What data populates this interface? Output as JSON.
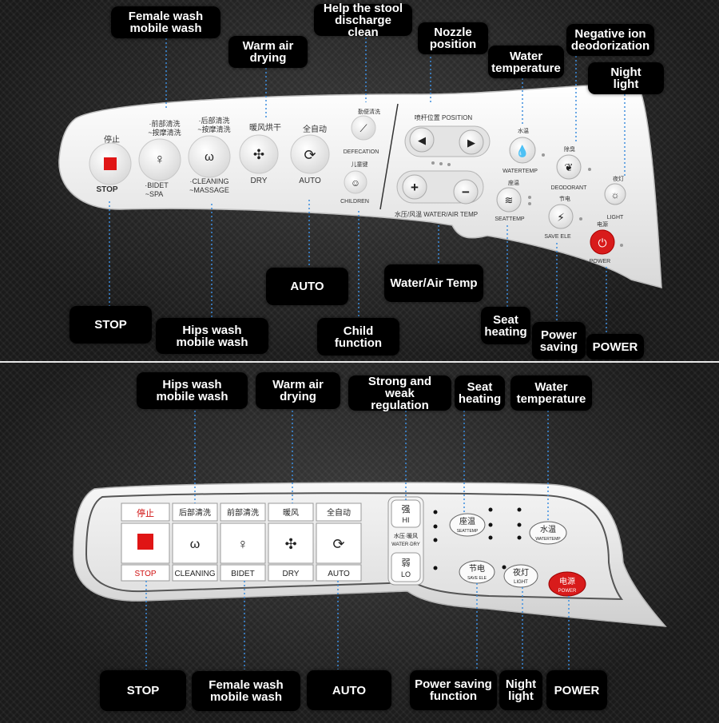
{
  "top": {
    "callouts": {
      "female_wash": "Female wash\nmobile wash",
      "help_stool": "Help the stool\ndischarge clean",
      "warm_air": "Warm air\ndrying",
      "nozzle": "Nozzle\nposition",
      "neg_ion": "Negative ion\ndeodorization",
      "water_temp": "Water\ntemperature",
      "night_light": "Night\nlight",
      "auto": "AUTO",
      "water_air": "Water/Air Temp",
      "stop": "STOP",
      "hips": "Hips wash\nmobile wash",
      "child": "Child\nfunction",
      "seat": "Seat\nheating",
      "power_saving": "Power\nsaving",
      "power": "POWER"
    },
    "panel_text": {
      "stop_cn": "停止",
      "stop_en": "STOP",
      "bidet_cn1": "·前部清洗",
      "bidet_cn2": "~按摩清洗",
      "bidet_en1": "·BIDET",
      "bidet_en2": "~SPA",
      "clean_cn1": "·后部清洗",
      "clean_cn2": "~按摩清洗",
      "clean_en1": "·CLEANING",
      "clean_en2": "~MASSAGE",
      "dry_cn": "暖风烘干",
      "dry_en": "DRY",
      "auto_cn": "全自动",
      "auto_en": "AUTO",
      "defec_cn": "勤便清洗",
      "defec_en": "DEFECATION",
      "child_cn": "儿童键",
      "child_en": "CHILDREN",
      "position": "喷杆位置 POSITION",
      "water_air": "水压/风温 WATER/AIR TEMP",
      "watertemp_cn": "水温",
      "watertemp_en": "WATERTEMP",
      "deodor_cn": "除臭",
      "deodor_en": "DEODORANT",
      "seattemp_cn": "座温",
      "seattemp_en": "SEATTEMP",
      "saveele_cn": "节电",
      "saveele_en": "SAVE ELE",
      "light_cn": "夜灯",
      "light_en": "LIGHT",
      "power_cn": "电源",
      "power_en": "POWER",
      "minus": "−",
      "plus": "+"
    }
  },
  "bottom": {
    "callouts": {
      "hips": "Hips wash\nmobile wash",
      "warm_air": "Warm air\ndrying",
      "strong_weak": "Strong and weak\nregulation",
      "seat": "Seat\nheating",
      "water_temp": "Water\ntemperature",
      "stop": "STOP",
      "female": "Female wash\nmobile wash",
      "auto": "AUTO",
      "power_saving": "Power saving\nfunction",
      "night_light": "Night\nlight",
      "power": "POWER"
    },
    "panel_text": {
      "stop_cn": "停止",
      "stop_en": "STOP",
      "rear_cn": "后部清洗",
      "cleaning": "CLEANING",
      "front_cn": "前部清洗",
      "bidet": "BIDET",
      "warm_cn": "暖风",
      "dry": "DRY",
      "auto_cn": "全自动",
      "auto": "AUTO",
      "strong_cn": "强",
      "hi": "HI",
      "water_dry_cn": "水压·暖风",
      "water_dry": "WATER·DRY",
      "weak_cn": "弱",
      "lo": "LO",
      "seattemp_cn": "座温",
      "seattemp": "SEATTEMP",
      "watertemp_cn": "水温",
      "watertemp": "WATERTEMP",
      "saveele_cn": "节电",
      "saveele": "SAVE ELE",
      "light_cn": "夜灯",
      "light": "LIGHT",
      "power_cn": "电源",
      "power": "POWER"
    }
  }
}
